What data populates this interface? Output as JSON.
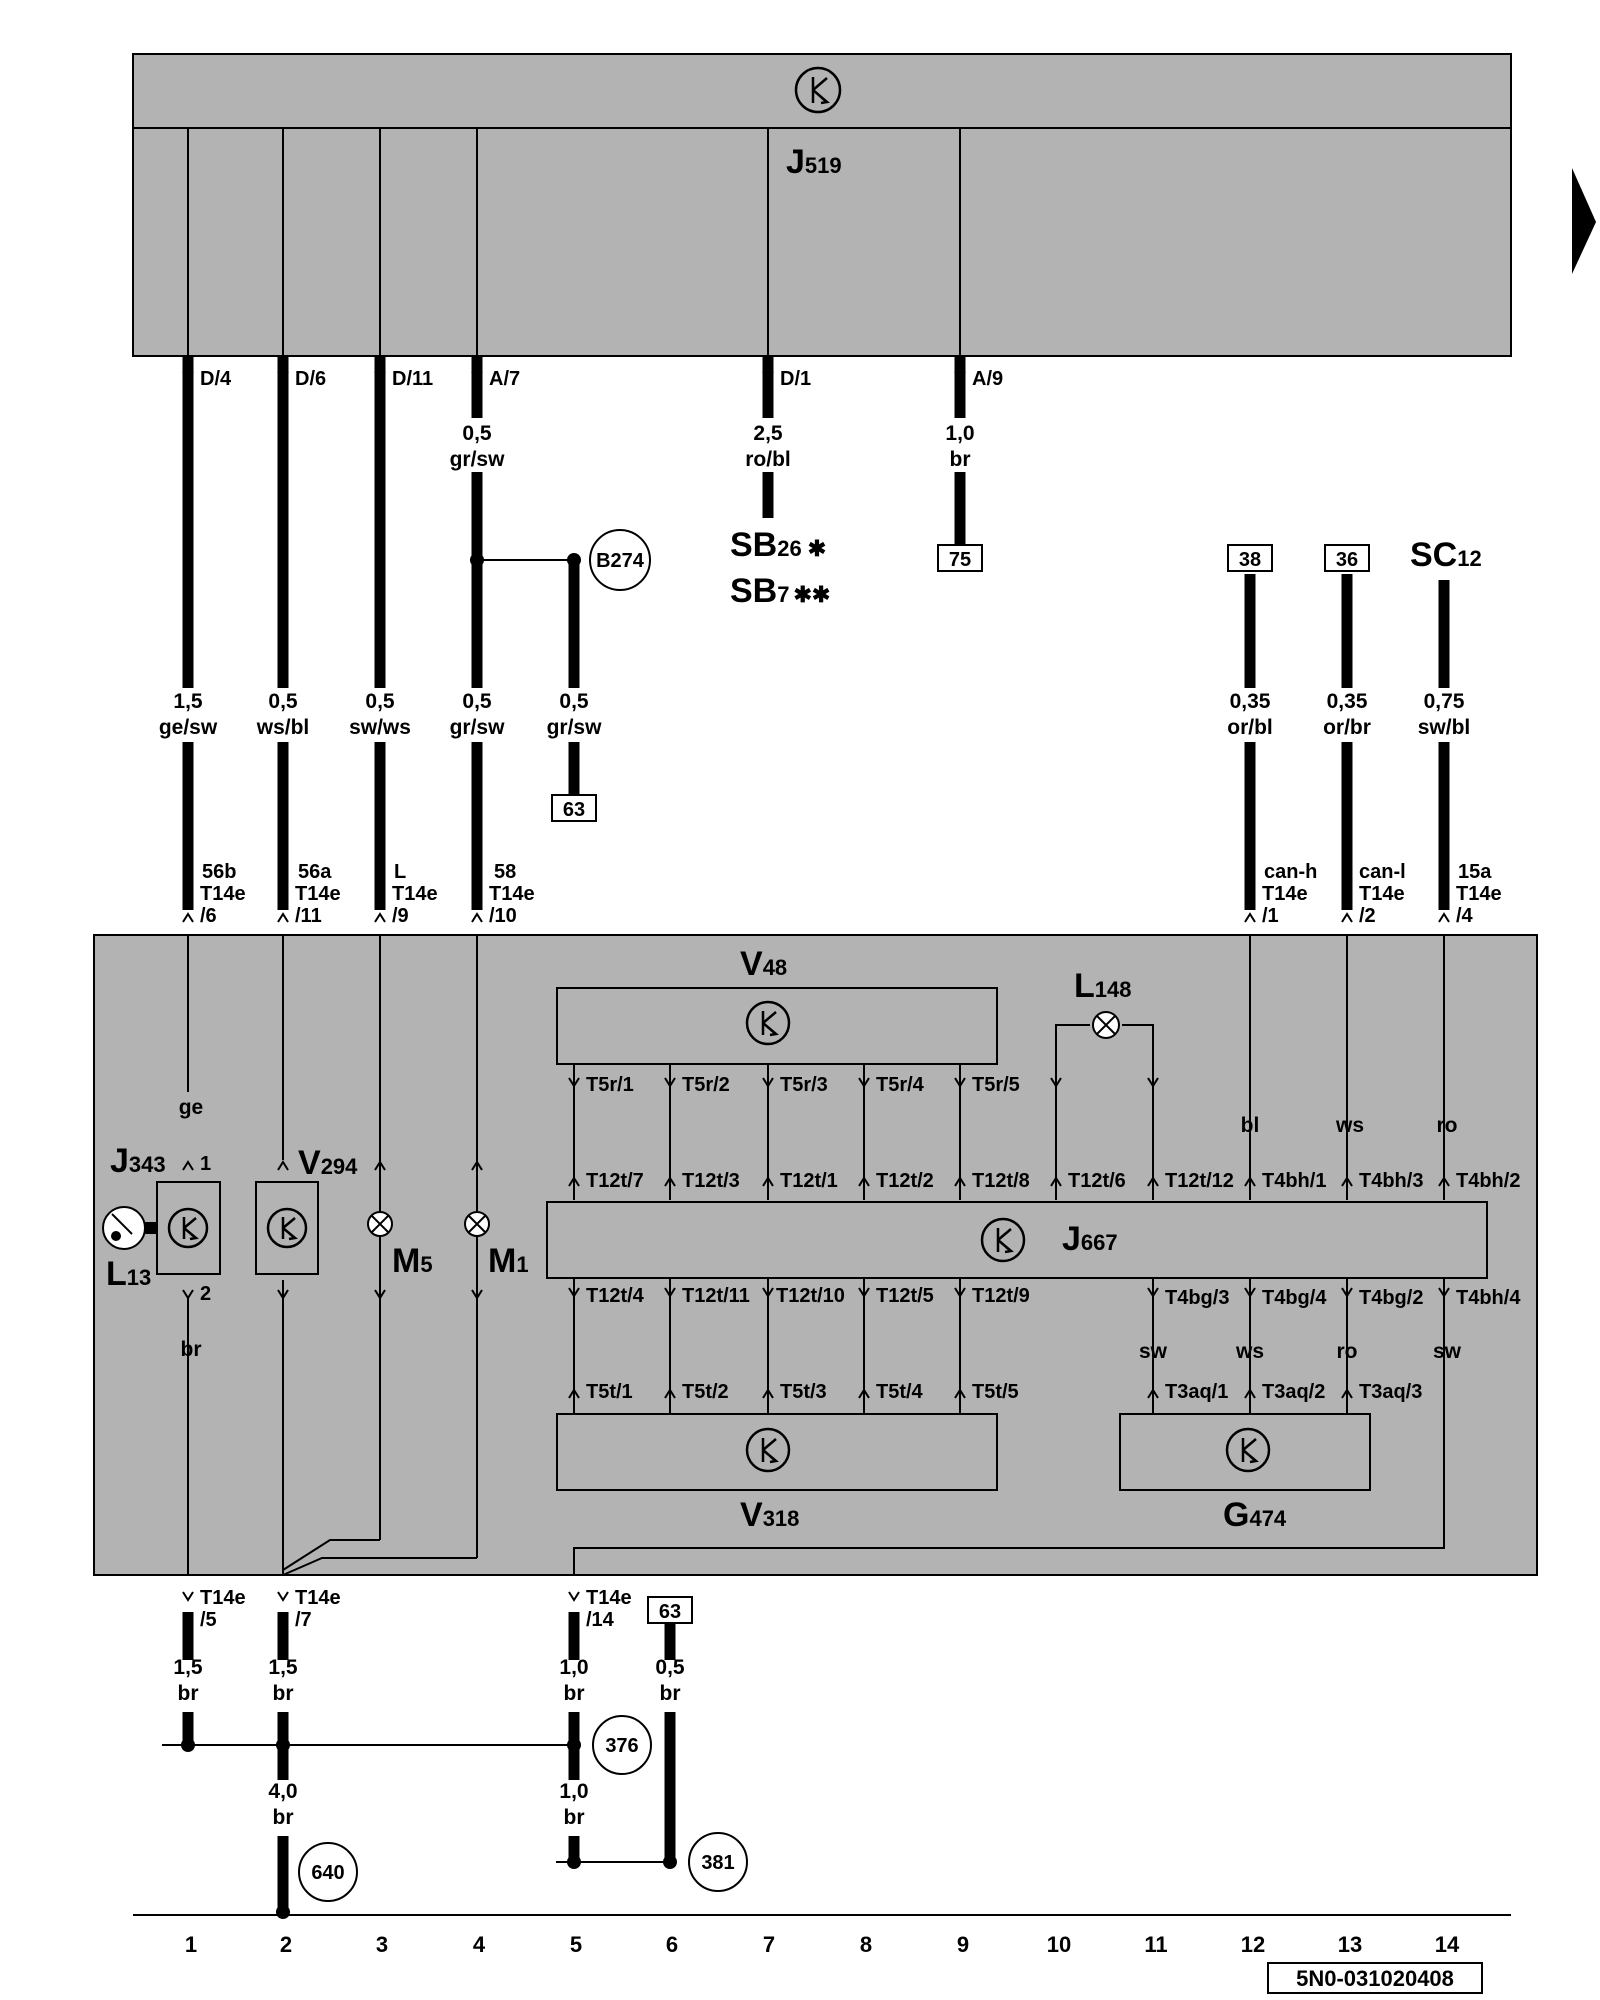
{
  "colors": {
    "module_fill": "#b3b3b3",
    "component_fill": "#bdbdbd",
    "ink": "#000000",
    "paper": "#ffffff"
  },
  "icons": {
    "electronic_symbol": "circle-with-arrow-icon",
    "lamp_symbol": "circle-with-x-icon",
    "ground_symbol": "circle-with-number-icon",
    "ref_symbol": "boxed-number-icon",
    "continuation": "right-triangle-icon"
  },
  "j519": {
    "main": "J",
    "sub": "519"
  },
  "sb": {
    "line1_main": "SB",
    "line1_sub": "26",
    "line1_mark": "✱",
    "line2_main": "SB",
    "line2_sub": "7",
    "line2_mark": "✱✱"
  },
  "sc": {
    "main": "SC",
    "sub": "12"
  },
  "b274": "B274",
  "top_pins": {
    "c1": "D/4",
    "c2": "D/6",
    "c3": "D/11",
    "c4": "A/7",
    "c7": "D/1",
    "c9": "A/9"
  },
  "wires": {
    "w4top": {
      "size": "0,5",
      "color": "gr/sw"
    },
    "w7": {
      "size": "2,5",
      "color": "ro/bl"
    },
    "w9": {
      "size": "1,0",
      "color": "br"
    },
    "w1": {
      "size": "1,5",
      "color": "ge/sw"
    },
    "w2": {
      "size": "0,5",
      "color": "ws/bl"
    },
    "w3": {
      "size": "0,5",
      "color": "sw/ws"
    },
    "w4": {
      "size": "0,5",
      "color": "gr/sw"
    },
    "w5b": {
      "size": "0,5",
      "color": "gr/sw"
    },
    "w12": {
      "size": "0,35",
      "color": "or/bl"
    },
    "w13": {
      "size": "0,35",
      "color": "or/br"
    },
    "w14": {
      "size": "0,75",
      "color": "sw/bl"
    },
    "b1": {
      "size": "1,5",
      "color": "br"
    },
    "b2": {
      "size": "1,5",
      "color": "br"
    },
    "b5": {
      "size": "1,0",
      "color": "br"
    },
    "b6": {
      "size": "0,5",
      "color": "br"
    },
    "b2g": {
      "size": "4,0",
      "color": "br"
    },
    "b5g": {
      "size": "1,0",
      "color": "br"
    }
  },
  "refs": {
    "r75": "75",
    "r38": "38",
    "r36": "36",
    "r63a": "63",
    "r63b": "63"
  },
  "conn": {
    "c1": {
      "sig": "56b",
      "plug": "T14e",
      "pin": "/6"
    },
    "c2": {
      "sig": "56a",
      "plug": "T14e",
      "pin": "/11"
    },
    "c3": {
      "sig": "L",
      "plug": "T14e",
      "pin": "/9"
    },
    "c4": {
      "sig": "58",
      "plug": "T14e",
      "pin": "/10"
    },
    "c12": {
      "sig": "can-h",
      "plug": "T14e",
      "pin": "/1"
    },
    "c13": {
      "sig": "can-l",
      "plug": "T14e",
      "pin": "/2"
    },
    "c14": {
      "sig": "15a",
      "plug": "T14e",
      "pin": "/4"
    }
  },
  "components": {
    "v48": {
      "main": "V",
      "sub": "48"
    },
    "l148": {
      "main": "L",
      "sub": "148"
    },
    "j343": {
      "main": "J",
      "sub": "343"
    },
    "v294": {
      "main": "V",
      "sub": "294"
    },
    "l13": {
      "main": "L",
      "sub": "13"
    },
    "m5": {
      "main": "M",
      "sub": "5"
    },
    "m1": {
      "main": "M",
      "sub": "1"
    },
    "j667": {
      "main": "J",
      "sub": "667"
    },
    "v318": {
      "main": "V",
      "sub": "318"
    },
    "g474": {
      "main": "G",
      "sub": "474"
    }
  },
  "inner": {
    "ge": "ge",
    "pin1": "1",
    "pin2": "2",
    "br": "br",
    "bl": "bl",
    "ws": "ws",
    "ro": "ro",
    "sw_a": "sw",
    "ws_b": "ws",
    "ro_b": "ro",
    "sw_b": "sw"
  },
  "v48_pins": [
    "T5r/1",
    "T5r/2",
    "T5r/3",
    "T5r/4",
    "T5r/5"
  ],
  "j667_top_pins": [
    "T12t/7",
    "T12t/3",
    "T12t/1",
    "T12t/2",
    "T12t/8",
    "T12t/6",
    "T12t/12",
    "T4bh/1",
    "T4bh/3",
    "T4bh/2"
  ],
  "j667_bottom_pins": [
    "T12t/4",
    "T12t/11",
    "T12t/10",
    "T12t/5",
    "T12t/9",
    "T4bg/3",
    "T4bg/4",
    "T4bg/2",
    "T4bh/4"
  ],
  "v318_pins": [
    "T5t/1",
    "T5t/2",
    "T5t/3",
    "T5t/4",
    "T5t/5"
  ],
  "g474_pins": [
    "T3aq/1",
    "T3aq/2",
    "T3aq/3"
  ],
  "bottom_conn": {
    "b1": {
      "plug": "T14e",
      "pin": "/5"
    },
    "b2": {
      "plug": "T14e",
      "pin": "/7"
    },
    "b5": {
      "plug": "T14e",
      "pin": "/14"
    }
  },
  "grounds": {
    "g376": "376",
    "g640": "640",
    "g381": "381"
  },
  "columns": [
    "1",
    "2",
    "3",
    "4",
    "5",
    "6",
    "7",
    "8",
    "9",
    "10",
    "11",
    "12",
    "13",
    "14"
  ],
  "diagram_id": "5N0-031020408"
}
